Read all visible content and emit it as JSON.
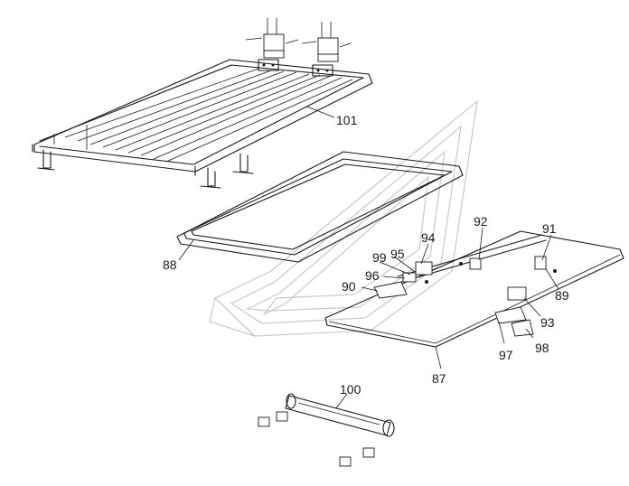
{
  "diagram": {
    "callouts": [
      {
        "id": "c101",
        "text": "101"
      },
      {
        "id": "c88",
        "text": "88"
      },
      {
        "id": "c92",
        "text": "92"
      },
      {
        "id": "c91",
        "text": "91"
      },
      {
        "id": "c94",
        "text": "94"
      },
      {
        "id": "c99",
        "text": "99"
      },
      {
        "id": "c95",
        "text": "95"
      },
      {
        "id": "c96",
        "text": "96"
      },
      {
        "id": "c90",
        "text": "90"
      },
      {
        "id": "c89",
        "text": "89"
      },
      {
        "id": "c93",
        "text": "93"
      },
      {
        "id": "c97",
        "text": "97"
      },
      {
        "id": "c98",
        "text": "98"
      },
      {
        "id": "c87",
        "text": "87"
      },
      {
        "id": "c100",
        "text": "100"
      }
    ]
  }
}
